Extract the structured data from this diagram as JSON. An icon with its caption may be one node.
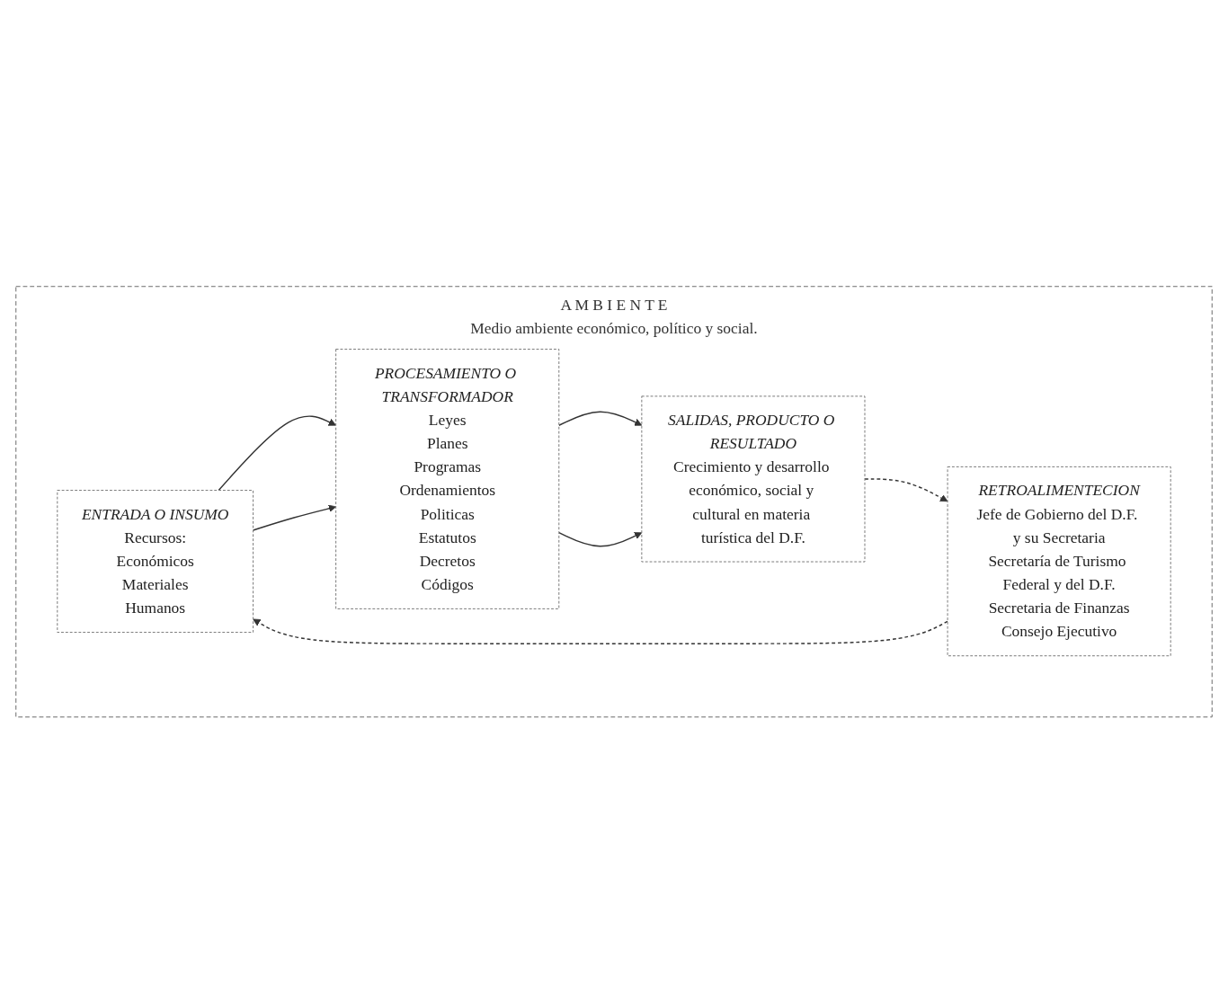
{
  "diagram": {
    "nodes": [
      {
        "text": [
          "A M B I E N T E",
          "Medio ambiente económico, político y social."
        ]
      },
      {
        "text": [
          "ENTRADA O INSUMO",
          "Recursos:",
          "Económicos",
          "Materiales",
          "Humanos"
        ],
        "in": 0
      },
      {
        "text": [
          "PROCESAMIENTO O TRANSFORMADOR",
          "Leyes",
          "Planes",
          "Programas",
          "Ordenamientos",
          "Politicas",
          "Estatutos",
          "Decretos",
          "Códigos"
        ],
        "in": 0
      },
      {
        "text": [
          "SALIDAS, PRODUCTO O RESULTADO",
          "Crecimiento y desarrollo económico, social y cultural en materia turística del D.F."
        ],
        "in": 0
      },
      {
        "text": [
          "RETROALIMENTECION",
          "Jefe de Gobierno del D.F. y su Secretaria",
          "Secretaría de Turismo Federal y del D.F.",
          "Secretaria de Finanzas",
          "Consejo Ejecutivo"
        ],
        "in": 0
      }
    ],
    "edges": [
      {
        "from": 1,
        "to": 2,
        "arrow": "to"
      },
      {
        "from": 1,
        "to": 2,
        "arrow": "to"
      },
      {
        "from": 2,
        "to": 3,
        "arrow": "to"
      },
      {
        "from": 2,
        "to": 3,
        "arrow": "to"
      },
      {
        "from": 3,
        "to": 4,
        "arrow": "to",
        "style": "dashed"
      },
      {
        "from": 4,
        "to": 1,
        "arrow": "to",
        "style": "dashed"
      }
    ]
  }
}
